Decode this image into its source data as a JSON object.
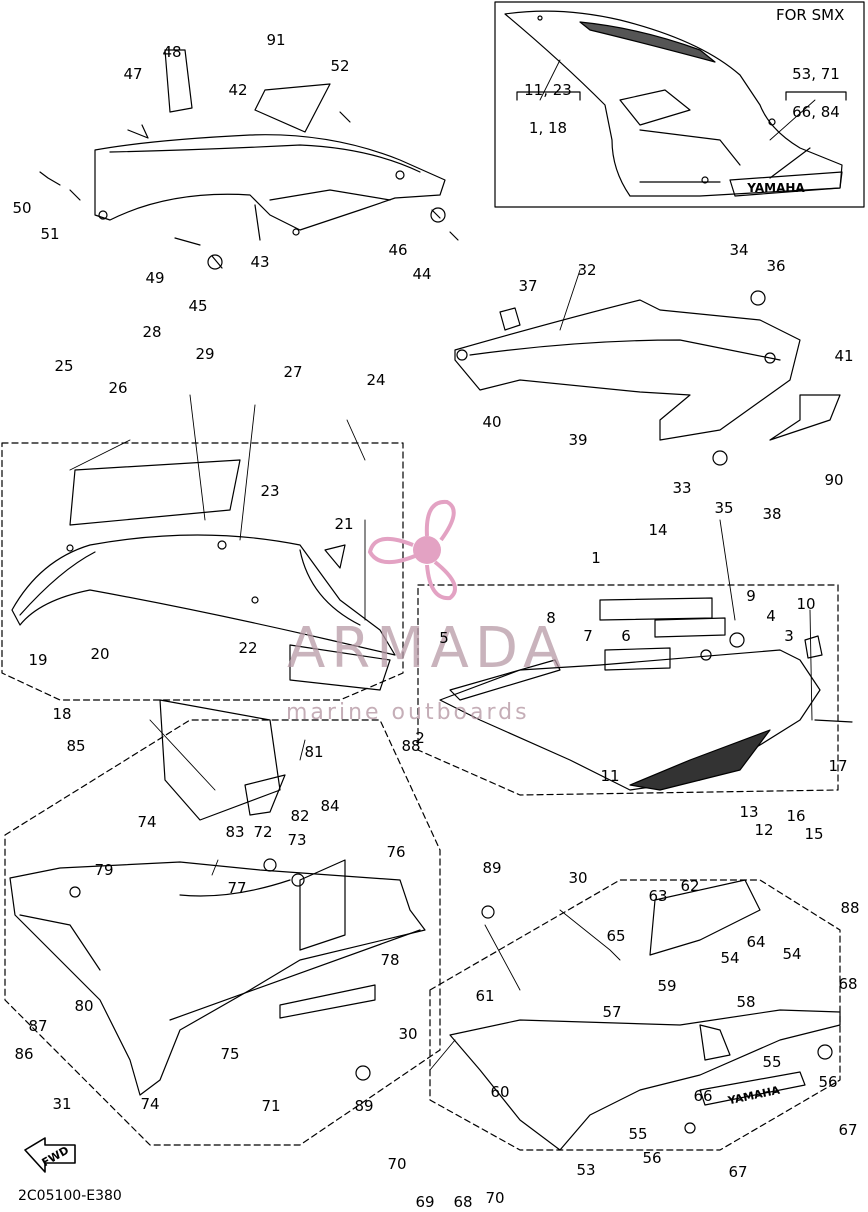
{
  "inset": {
    "title": "FOR SMX",
    "decal_text": "YAMAHA"
  },
  "diagram_code": "2C05100-E380",
  "fwd_label": "FWD",
  "watermark": {
    "brand": "ARMADA",
    "tagline": "marine outboards"
  },
  "side_decal_text": "YAMAHA",
  "labels": {
    "l48": "48",
    "l47": "47",
    "l91": "91",
    "l42": "42",
    "l52": "52",
    "l50": "50",
    "l51": "51",
    "l49": "49",
    "l45": "45",
    "l43": "43",
    "l46": "46",
    "l44": "44",
    "l11_23": "11, 23",
    "l1_18": "1, 18",
    "l53_71": "53, 71",
    "l66_84": "66, 84",
    "l32": "32",
    "l37": "37",
    "l34": "34",
    "l36": "36",
    "l41": "41",
    "l40": "40",
    "l39": "39",
    "l90": "90",
    "l33": "33",
    "l35": "35",
    "l38": "38",
    "l28": "28",
    "l29": "29",
    "l25": "25",
    "l26": "26",
    "l27": "27",
    "l24": "24",
    "l23": "23",
    "l21": "21",
    "l19": "19",
    "l20": "20",
    "l22": "22",
    "l18": "18",
    "l14": "14",
    "l1": "1",
    "l8": "8",
    "l9": "9",
    "l10": "10",
    "l4": "4",
    "l3": "3",
    "l7": "7",
    "l6": "6",
    "l5": "5",
    "l2": "2",
    "l17": "17",
    "l11": "11",
    "l13": "13",
    "l12": "12",
    "l16": "16",
    "l15": "15",
    "l85": "85",
    "l81": "81",
    "l88a": "88",
    "l82": "82",
    "l83": "83",
    "l74a": "74",
    "l72": "72",
    "l73": "73",
    "l84": "84",
    "l79": "79",
    "l77": "77",
    "l76": "76",
    "l80": "80",
    "l78": "78",
    "l87": "87",
    "l86": "86",
    "l75": "75",
    "l31": "31",
    "l74b": "74",
    "l71": "71",
    "l89a": "89",
    "l89b": "89",
    "l30a": "30",
    "l63": "63",
    "l62": "62",
    "l65": "65",
    "l64": "64",
    "l88b": "88",
    "l54a": "54",
    "l54b": "54",
    "l68a": "68",
    "l61": "61",
    "l59": "59",
    "l57": "57",
    "l58": "58",
    "l30b": "30",
    "l60": "60",
    "l55a": "55",
    "l56a": "56",
    "l66": "66",
    "l67a": "67",
    "l55b": "55",
    "l56b": "56",
    "l67b": "67",
    "l70a": "70",
    "l69": "69",
    "l68b": "68",
    "l70b": "70",
    "l53": "53"
  }
}
